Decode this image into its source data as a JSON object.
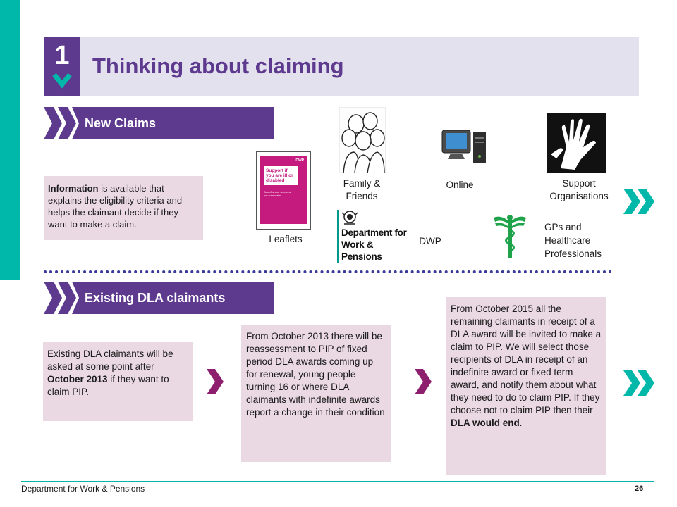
{
  "slide": {
    "number": "1",
    "title": "Thinking about claiming"
  },
  "new_claims": {
    "heading": "New Claims",
    "info_bold": "Information",
    "info_rest": " is available that explains the eligibility criteria and helps the claimant decide if they want to make a claim.",
    "sources": {
      "leaflets": "Leaflets",
      "family_friends": "Family & Friends",
      "online": "Online",
      "support_orgs": "Support Organisations",
      "dwp": "DWP",
      "gps": "GPs and Healthcare Professionals"
    },
    "leaflet_cover": {
      "brand": "DWP",
      "title": "Support if you are ill or disabled",
      "subtitle": "Benefits and services you can claim"
    },
    "dwp_logo_text": "Department for Work & Pensions"
  },
  "existing": {
    "heading": "Existing DLA claimants",
    "box1_pre": "Existing DLA claimants will be asked at some point after ",
    "box1_bold": "October 2013",
    "box1_post": " if they want to claim PIP.",
    "box2": "From October 2013 there will be reassessment to PIP of fixed period DLA awards coming up for renewal, young people turning 16 or where DLA claimants with indefinite awards report a change in their condition",
    "box3_pre": "From October 2015 all the remaining claimants in receipt of a DLA award will be invited to make a claim to PIP. We will  select those recipients of DLA in receipt of an indefinite award or fixed term award, and notify them about what they need to do to claim PIP. If they choose not to claim PIP then their ",
    "box3_bold": "DLA would end",
    "box3_post": "."
  },
  "footer": {
    "org": "Department for Work & Pensions",
    "page": "26"
  },
  "colors": {
    "purple": "#5e3a8f",
    "teal": "#00b8a9",
    "magenta": "#8e1e6e",
    "pink_box": "#ead9e3",
    "title_band": "#e4e1ee"
  }
}
